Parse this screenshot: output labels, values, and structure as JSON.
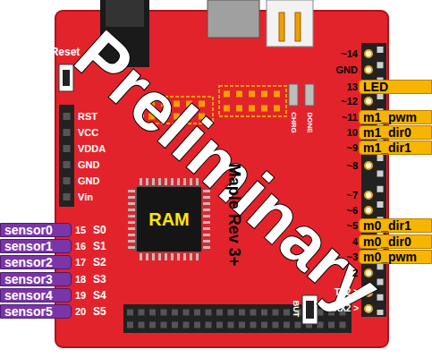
{
  "diagram": {
    "nodes": [
      {
        "text": [
          "LED"
        ]
      },
      {
        "text": [
          "m1_pwm"
        ]
      },
      {
        "text": [
          "m1_dir0"
        ]
      },
      {
        "text": [
          "m1_dir1"
        ]
      },
      {
        "text": [
          "RAM"
        ]
      },
      {
        "text": [
          "sensor0"
        ]
      },
      {
        "text": [
          "sensor1"
        ]
      },
      {
        "text": [
          "sensor2"
        ]
      },
      {
        "text": [
          "sensor3"
        ]
      },
      {
        "text": [
          "sensor4"
        ]
      },
      {
        "text": [
          "sensor5"
        ]
      },
      {
        "text": [
          "m0_dir1"
        ]
      },
      {
        "text": [
          "m0_dir0"
        ]
      },
      {
        "text": [
          "m0_pwm"
        ]
      }
    ],
    "labels": [
      "Preliminary",
      "Reset",
      "RST",
      "VCC",
      "VDDA",
      "GND",
      "GND",
      "Vin",
      "15",
      "S0",
      "16",
      "S1",
      "17",
      "S2",
      "18",
      "S3",
      "19",
      "S4",
      "20",
      "S5",
      "~14",
      "GND",
      "13",
      "~12",
      "~11",
      "10",
      "~9",
      "~8",
      "~7",
      "~6",
      "~5",
      "4",
      "~3",
      "2",
      "TX2 >",
      "RX2 >",
      "CHRG",
      "DONE",
      "Maple Rev 3+",
      "BUT"
    ]
  }
}
